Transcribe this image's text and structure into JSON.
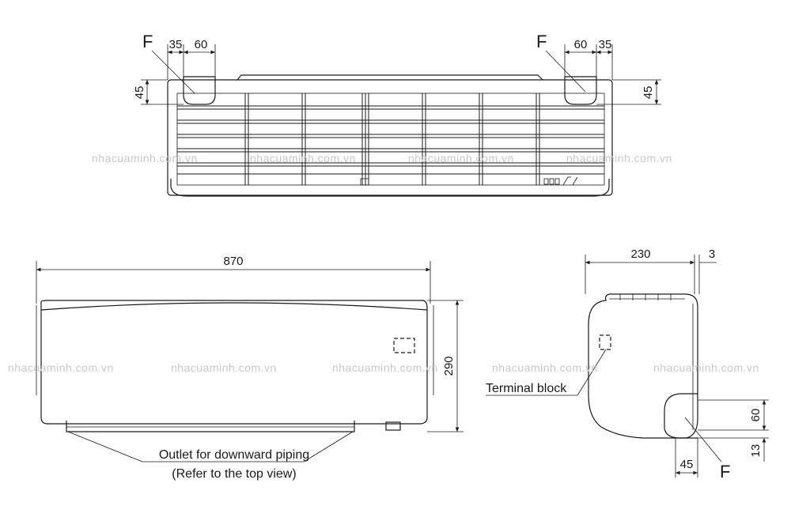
{
  "watermark": "nhacuaminh.com.vn",
  "top_view": {
    "label_f_left": "F",
    "label_f_right": "F",
    "dim_35_left": "35",
    "dim_60_left": "60",
    "dim_45_left": "45",
    "dim_60_right": "60",
    "dim_35_right": "35",
    "dim_45_right": "45"
  },
  "front_view": {
    "dim_width": "870",
    "dim_height": "290",
    "outlet_label": "Outlet for downward piping",
    "outlet_ref": "(Refer to the top view)"
  },
  "side_view": {
    "dim_depth": "230",
    "dim_3": "3",
    "terminal_label": "Terminal block",
    "dim_60": "60",
    "dim_13": "13",
    "dim_45": "45",
    "label_f": "F"
  }
}
